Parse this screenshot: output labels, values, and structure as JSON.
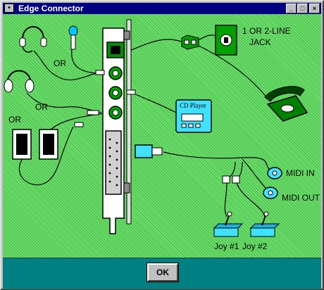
{
  "window": {
    "title": "Edge Connector",
    "sysmenu_glyph": "•",
    "minimize_glyph": "_",
    "maximize_glyph": "□",
    "close_glyph": "×"
  },
  "labels": {
    "or_1": "OR",
    "or_2": "OR",
    "or_3": "OR",
    "line_jack_1": "1 OR 2-LINE",
    "line_jack_2": "JACK",
    "cd_player": "CD Player",
    "midi_in": "MIDI IN",
    "midi_out": "MIDI OUT",
    "joy_1": "Joy #1",
    "joy_2": "Joy #2"
  },
  "footer": {
    "ok_label": "OK"
  },
  "colors": {
    "background": "#6bdf6b",
    "card": "#ffffff",
    "jack_green": "#00a000",
    "cd_player": "#40e0ff",
    "joystick": "#40e0ff",
    "footer": "#008080",
    "titlebar": "#000080"
  }
}
